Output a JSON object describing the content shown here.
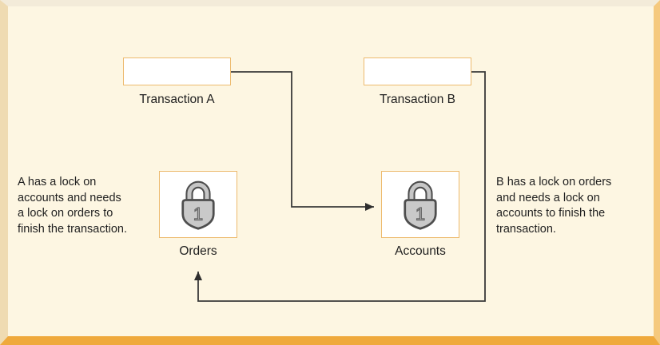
{
  "diagram": {
    "nodes": {
      "transaction_a": "Transaction A",
      "transaction_b": "Transaction B",
      "orders": "Orders",
      "accounts": "Accounts"
    },
    "notes": {
      "left": "A has a lock on\naccounts and needs\na lock on orders to\nfinish the transaction.",
      "right": "B has a lock on orders\nand needs a lock on\naccounts to finish the\ntransaction."
    },
    "icons": {
      "orders_icon": "lock-icon",
      "accounts_icon": "lock-icon",
      "lock_badge": "1"
    },
    "connectors": {
      "a_to_accounts": "Transaction A to Accounts arrow",
      "b_to_orders": "Transaction B to Orders arrow"
    },
    "colors": {
      "canvas": "#FDF6E2",
      "frame_top": "#F3EBD9",
      "frame_left": "#EFDBB2",
      "frame_right": "#F5C97E",
      "frame_bottom": "#EFA93C",
      "node_border": "#EDBA6E",
      "node_fill": "#FFFFFF",
      "connector": "#3A3A3A",
      "lock_body": "#C9C9C9",
      "lock_outline": "#4E4E4E",
      "text": "#1F1F1F"
    }
  }
}
